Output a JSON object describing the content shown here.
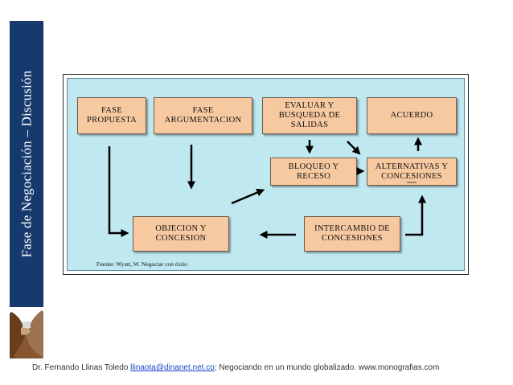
{
  "slide": {
    "side_title": "Fase de Negociación – Discusión",
    "colors": {
      "sidebar": "#173a6e",
      "panel": "#bfe8f0",
      "box": "#f7c9a1"
    }
  },
  "diagram": {
    "boxes": {
      "fase_propuesta": "FASE\nPROPUESTA",
      "fase_argumentacion": "FASE\nARGUMENTACION",
      "evaluar": "EVALUAR Y\nBUSQUEDA DE\nSALIDAS",
      "acuerdo": "ACUERDO",
      "bloqueo": "BLOQUEO Y\nRECESO",
      "alternativas": "ALTERNATIVAS Y\nCONCESIONES",
      "objecion": "OBJECION Y\nCONCESION",
      "intercambio": "INTERCAMBIO DE\nCONCESIONES"
    },
    "source": "Fuente: Wyatt, W. Negociar con éxito"
  },
  "footer": {
    "author": "Dr. Fernando Llinas Toledo ",
    "email": "llinaota@dinanet.net.co",
    "rest": "; Negociando en un mundo globalizado. www.monografias.com"
  }
}
